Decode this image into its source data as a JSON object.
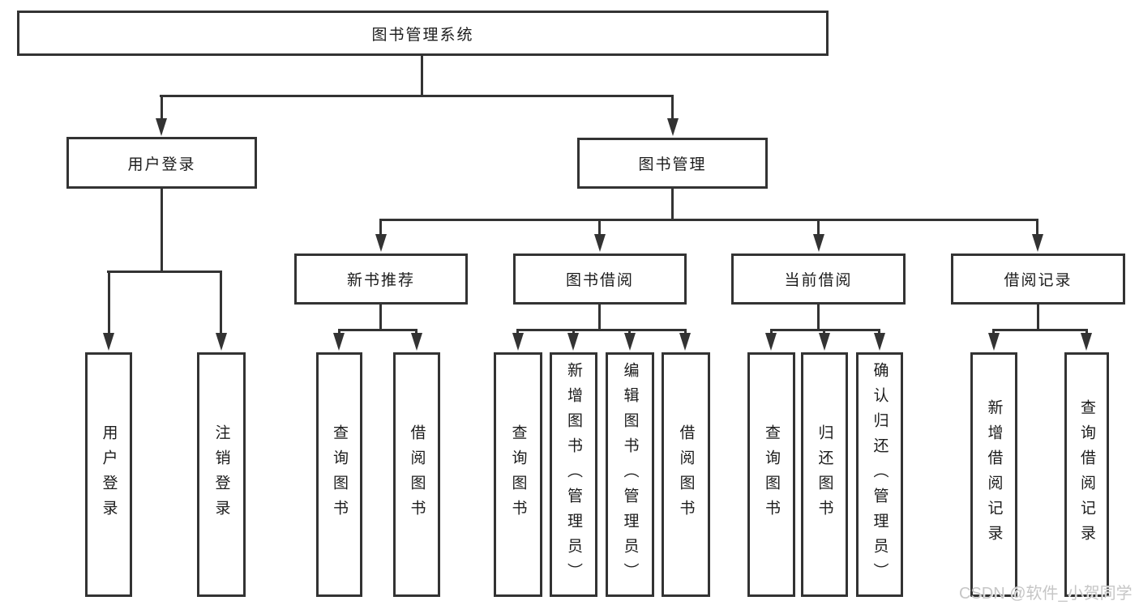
{
  "diagram": {
    "root": {
      "label": "图书管理系统"
    },
    "level2": [
      {
        "label": "用户登录"
      },
      {
        "label": "图书管理"
      }
    ],
    "level3": [
      {
        "label": "新书推荐"
      },
      {
        "label": "图书借阅"
      },
      {
        "label": "当前借阅"
      },
      {
        "label": "借阅记录"
      }
    ],
    "leaves": {
      "user_login": [
        {
          "label": "用户登录"
        },
        {
          "label": "注销登录"
        }
      ],
      "new_book": [
        {
          "label": "查询图书"
        },
        {
          "label": "借阅图书"
        }
      ],
      "borrow": [
        {
          "label": "查询图书"
        },
        {
          "label": "新增图书（管理员）"
        },
        {
          "label": "编辑图书（管理员）"
        },
        {
          "label": "借阅图书"
        }
      ],
      "current": [
        {
          "label": "查询图书"
        },
        {
          "label": "归还图书"
        },
        {
          "label": "确认归还（管理员）"
        }
      ],
      "records": [
        {
          "label": "新增借阅记录"
        },
        {
          "label": "查询借阅记录"
        }
      ]
    }
  },
  "watermark": {
    "text": "CSDN @软件_小贺同学"
  },
  "colors": {
    "line": "#333333",
    "text": "#1c1c1c",
    "background": "#ffffff",
    "watermark": "#c6c6c6"
  }
}
